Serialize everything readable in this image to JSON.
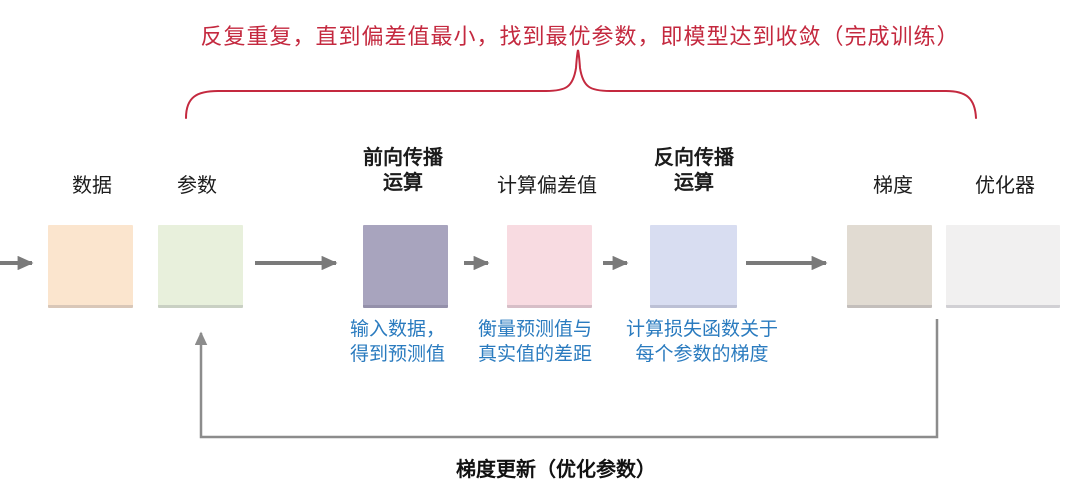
{
  "page": {
    "background": "#FFFFFF"
  },
  "annotation_top": {
    "text": "反复重复，直到偏差值最小，找到最优参数，即模型达到收敛（完成训练）",
    "color": "#C4293F"
  },
  "brace": {
    "color": "#C4293F"
  },
  "nodes": {
    "data": {
      "label": "数据",
      "color": "#FBE5CE"
    },
    "params": {
      "label": "参数",
      "color": "#E8F0DC"
    },
    "forward": {
      "label_line1": "前向传播",
      "label_line2": "运算",
      "color": "#A8A4BE",
      "note_line1": "输入数据，",
      "note_line2": "得到预测值"
    },
    "loss": {
      "label": "计算偏差值",
      "color": "#F8DBE1",
      "note_line1": "衡量预测值与",
      "note_line2": "真实值的差距"
    },
    "backward": {
      "label_line1": "反向传播",
      "label_line2": "运算",
      "color": "#D8DDF1",
      "note_line1": "计算损失函数关于",
      "note_line2": "每个参数的梯度"
    },
    "gradient": {
      "label": "梯度",
      "color": "#E1DBD2"
    },
    "optimizer": {
      "label": "优化器",
      "color": "#F1F0F0"
    }
  },
  "notes": {
    "color": "#2A7BBF"
  },
  "arrows": {
    "color": "#7A7A7A"
  },
  "feedback": {
    "label": "梯度更新（优化参数）",
    "line_color": "#8C8C8C"
  }
}
